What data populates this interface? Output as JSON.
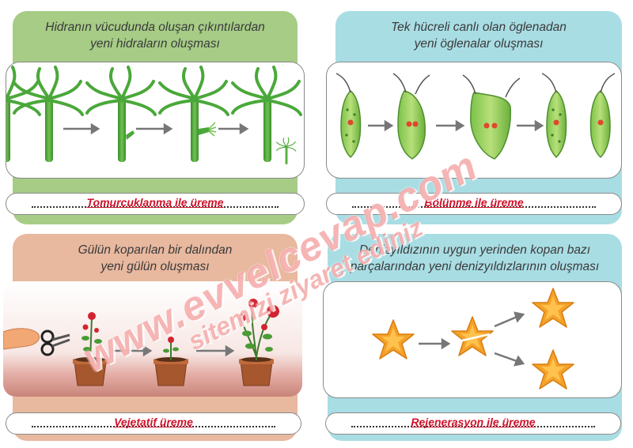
{
  "cards": {
    "hydra": {
      "title_line1": "Hidranın vücudunda oluşan çıkıntılardan",
      "title_line2": "yeni hidraların oluşması",
      "answer": "Tomurcuklanma ile üreme"
    },
    "euglena": {
      "title_line1": "Tek hücreli canlı olan öglenadan",
      "title_line2": "yeni öglenalar oluşması",
      "answer": "Bölünme ile üreme"
    },
    "rose": {
      "title_line1": "Gülün koparılan bir dalından",
      "title_line2": "yeni gülün oluşması",
      "answer": "Vejetatif üreme"
    },
    "starfish": {
      "title_line1": "Denizyıldızının uygun yerinden kopan bazı",
      "title_line2": "parçalarından yeni denizyıldızlarının oluşması",
      "answer": "Rejenerasyon ile üreme"
    }
  },
  "watermark": {
    "site": "www.evvelcevap.com",
    "invite": "sitemizi ziyaret ediniz"
  },
  "colors": {
    "green_card": "#a6cc86",
    "blue_card": "#a9dde4",
    "peach_card": "#e8b89f",
    "answer_red": "#d1122a"
  }
}
